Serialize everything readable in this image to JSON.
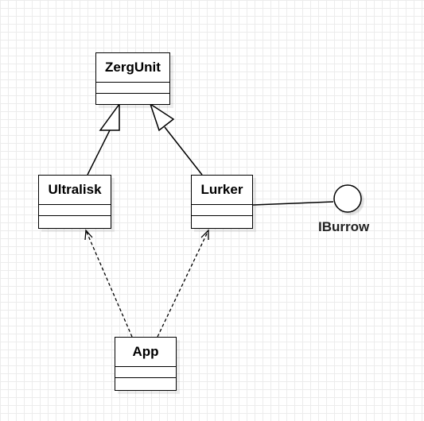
{
  "diagram": {
    "classes": {
      "zergunit": "ZergUnit",
      "ultralisk": "Ultralisk",
      "lurker": "Lurker",
      "app": "App"
    },
    "interface_label": "IBurrow"
  }
}
